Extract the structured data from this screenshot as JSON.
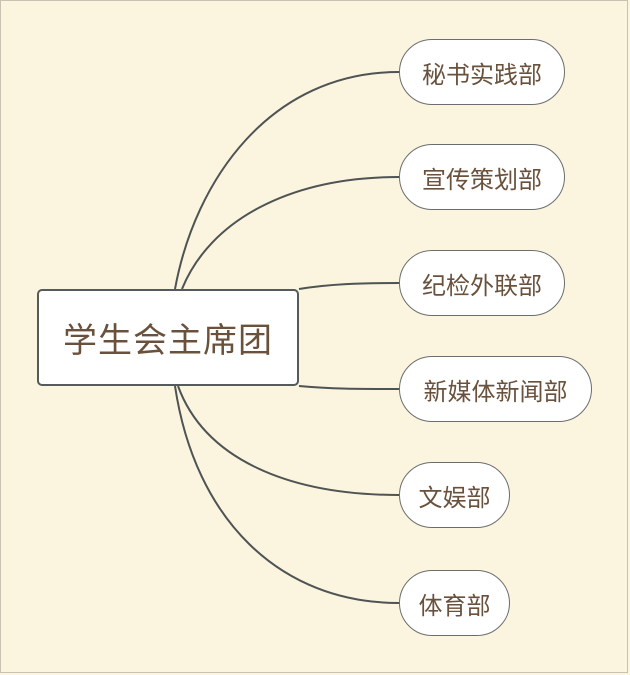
{
  "diagram": {
    "type": "mind-map",
    "root": {
      "label": "学生会主席团"
    },
    "children": [
      {
        "label": "秘书实践部"
      },
      {
        "label": "宣传策划部"
      },
      {
        "label": "纪检外联部"
      },
      {
        "label": "新媒体新闻部"
      },
      {
        "label": "文娱部"
      },
      {
        "label": "体育部"
      }
    ]
  },
  "colors": {
    "background": "#fbf4df",
    "node_fill": "#ffffff",
    "node_border": "#555a5a",
    "text": "#6a513c",
    "connector": "#4e5353"
  }
}
